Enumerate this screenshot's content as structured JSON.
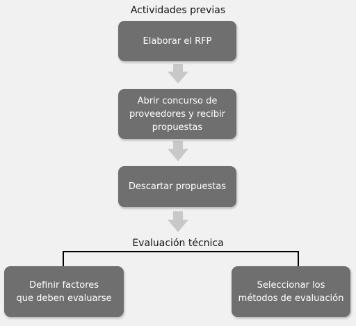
{
  "header": {
    "title": "Actividades previas"
  },
  "steps": [
    {
      "label": "Elaborar el RFP"
    },
    {
      "label": "Abrir concurso de\nproveedores y recibir\npropuestas"
    },
    {
      "label": "Descartar propuestas"
    }
  ],
  "evaluation": {
    "title": "Evaluación técnica",
    "left": "Definir factores\nque deben evaluarse",
    "right": "Seleccionar los\nmétodos de evaluación"
  },
  "colors": {
    "box_fill": "#6f6f6f",
    "arrow": "#c8c8c8",
    "background": "#f1f1f1",
    "line": "#000000"
  }
}
